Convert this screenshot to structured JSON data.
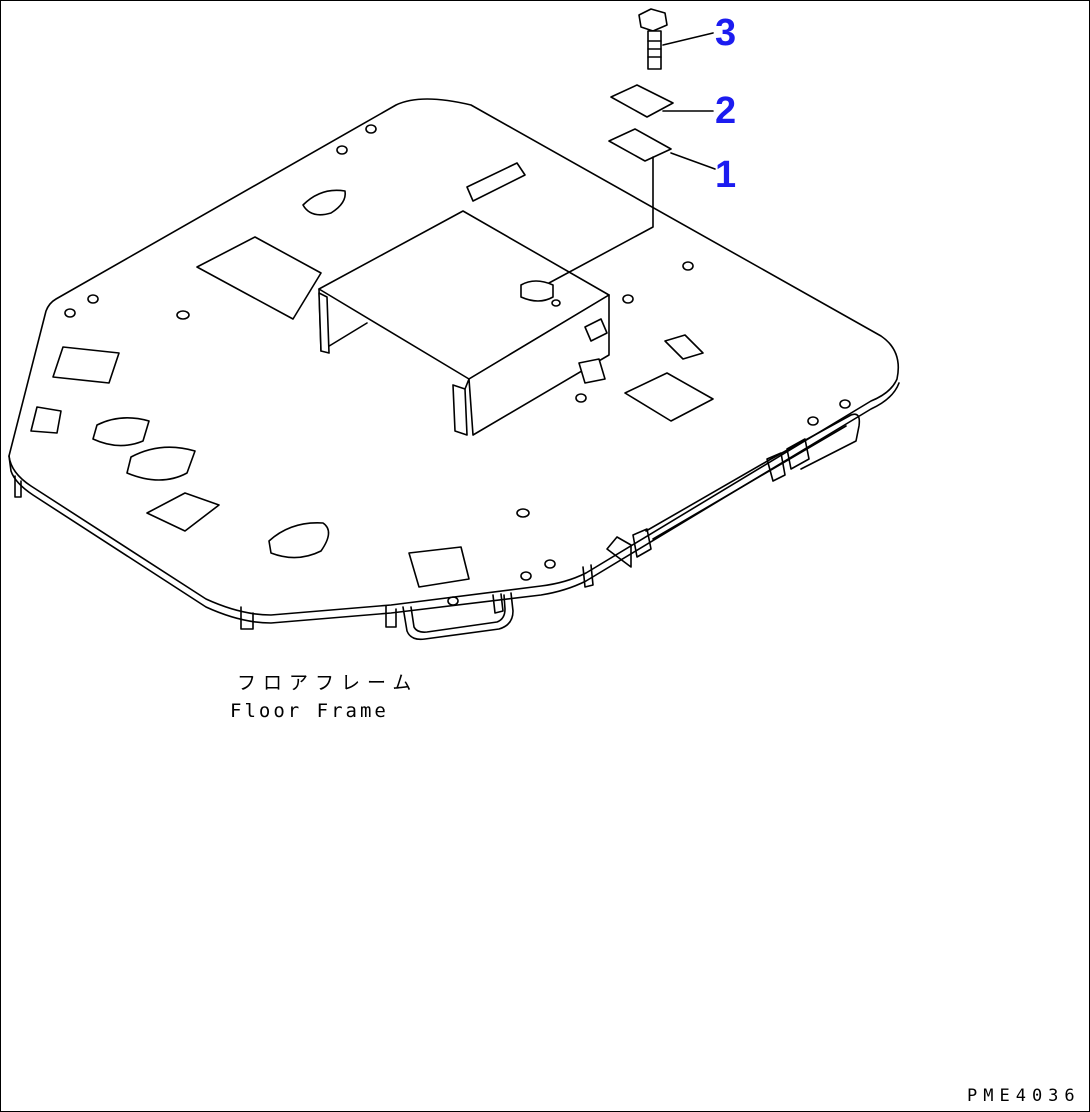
{
  "diagram": {
    "callouts": [
      {
        "id": "1",
        "label": "1"
      },
      {
        "id": "2",
        "label": "2"
      },
      {
        "id": "3",
        "label": "3"
      }
    ],
    "caption_jp": "フロアフレーム",
    "caption_en": "Floor Frame",
    "drawing_id": "PME4036",
    "callout_color": "#1c1cf0",
    "line_color": "#000000"
  }
}
